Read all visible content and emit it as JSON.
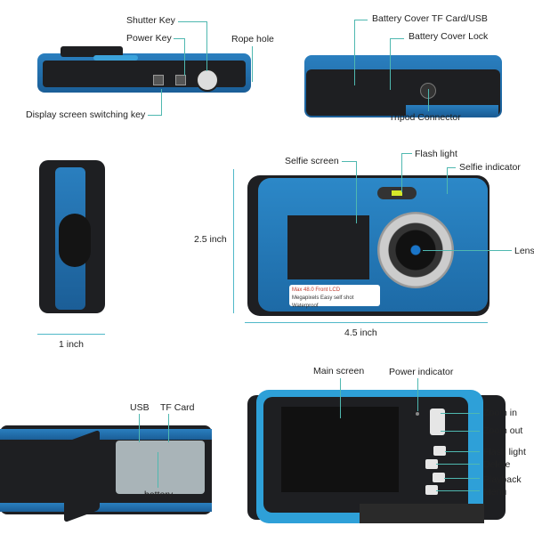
{
  "top_view": {
    "shutter_key": "Shutter Key",
    "power_key": "Power Key",
    "rope_hole": "Rope hole",
    "display_switch": "Display screen switching key"
  },
  "bottom_view": {
    "battery_cover_tf_usb": "Battery Cover TF Card/USB",
    "battery_cover_lock": "Battery Cover  Lock",
    "tripod_connector": "Tripod Connector"
  },
  "side_view": {
    "width": "1 inch"
  },
  "front_view": {
    "height": "2.5 inch",
    "length": "4.5 inch",
    "selfie_screen": "Selfie screen",
    "flash_light": "Flash light",
    "selfie_indicator": "Selfie indicator",
    "lens": "Lens",
    "sticker_line1": "Max 48.0  Front LCD",
    "sticker_line2": "Megapixels  Easy self shot  Waterproof"
  },
  "open_view": {
    "usb": "USB",
    "tf_card": "TF Card",
    "battery": "battery"
  },
  "back_view": {
    "main_screen": "Main screen",
    "power_indicator": "Power indicator",
    "zoom_in": "Zoom in",
    "zoom_out": "Zoom out",
    "flash_light": "Flash light",
    "delete": "Delete",
    "playback": "Playback",
    "menu": "Menu"
  },
  "colors": {
    "body_blue": "#2a7fbf",
    "leader_line": "#4fb8b0"
  }
}
